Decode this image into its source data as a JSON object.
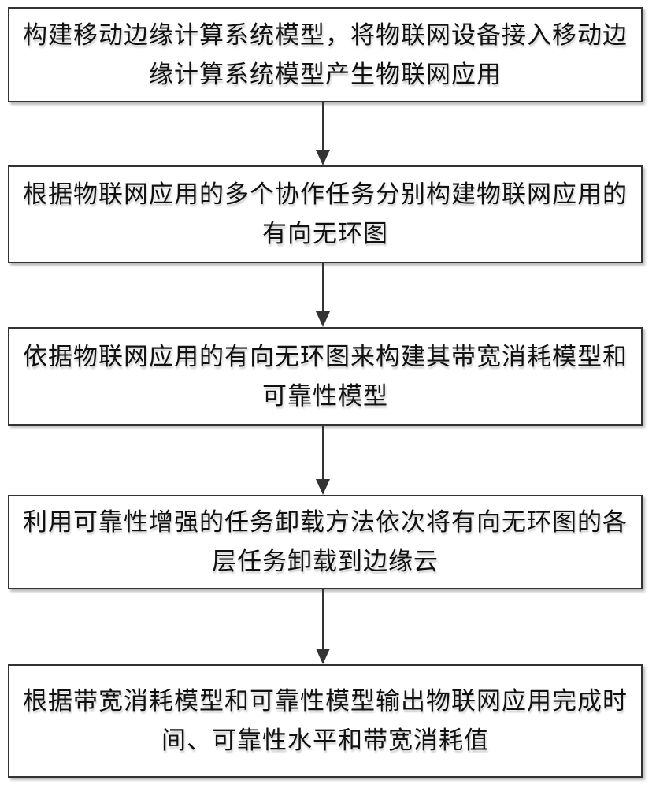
{
  "steps": [
    {
      "text": "构建移动边缘计算系统模型，将物联网设备接入移动边缘计算系统模型产生物联网应用"
    },
    {
      "text": "根据物联网应用的多个协作任务分别构建物联网应用的有向无环图"
    },
    {
      "text": "依据物联网应用的有向无环图来构建其带宽消耗模型和可靠性模型"
    },
    {
      "text": "利用可靠性增强的任务卸载方法依次将有向无环图的各层任务卸载到边缘云"
    },
    {
      "text": "根据带宽消耗模型和可靠性模型输出物联网应用完成时间、可靠性水平和带宽消耗值"
    }
  ]
}
